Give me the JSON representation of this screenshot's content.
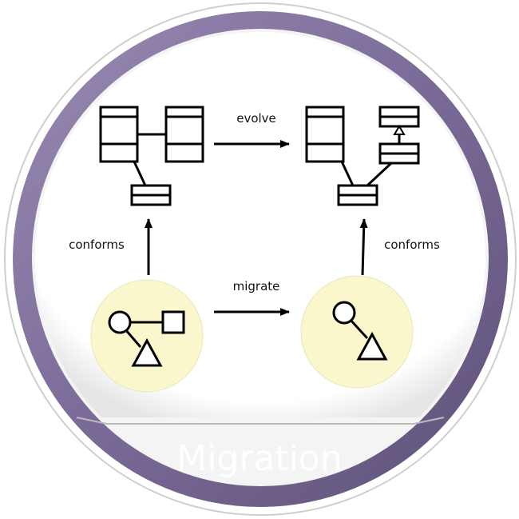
{
  "badge": {
    "title": "Migration",
    "ring_color": "#7a6a98",
    "ring_color_dark": "#625479",
    "instance_fill": "#fbf7cc"
  },
  "labels": {
    "evolve": "evolve",
    "migrate": "migrate",
    "conforms_left": "conforms",
    "conforms_right": "conforms"
  }
}
